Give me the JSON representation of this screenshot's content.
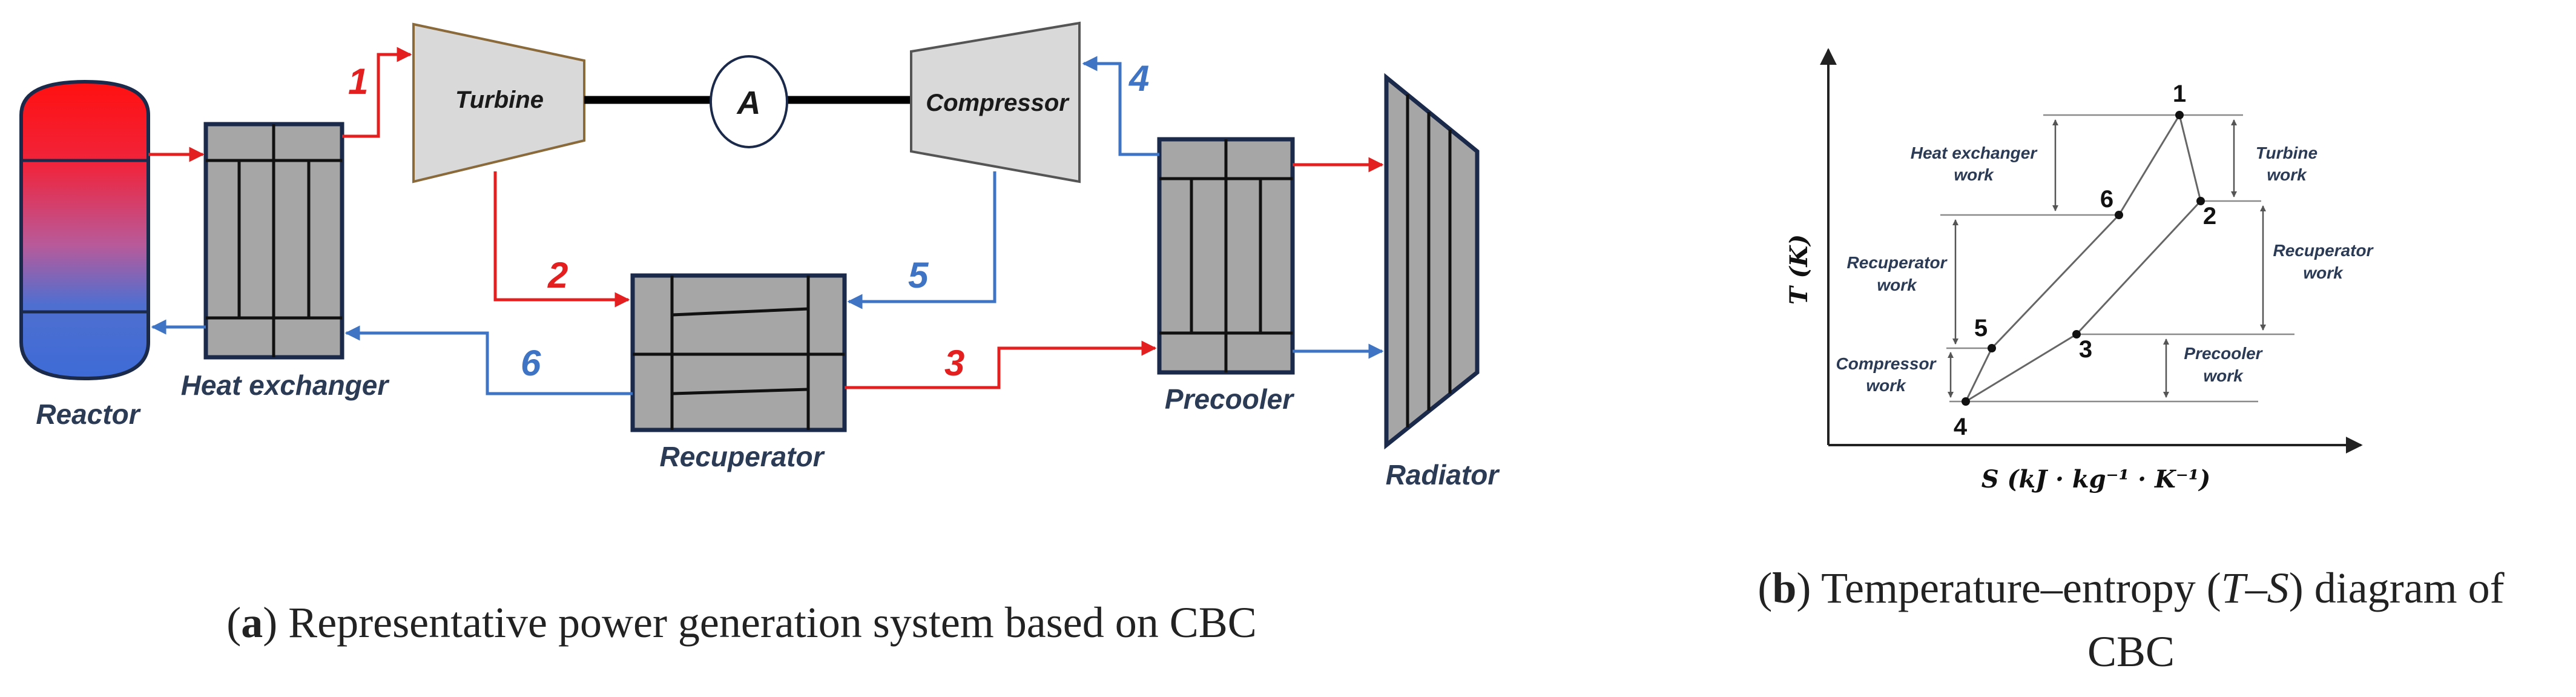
{
  "diagram_a": {
    "components": {
      "reactor": "Reactor",
      "heat_exchanger": "Heat exchanger",
      "turbine": "Turbine",
      "alternator": "A",
      "compressor": "Compressor",
      "recuperator": "Recuperator",
      "precooler": "Precooler",
      "radiator": "Radiator"
    },
    "state_points": [
      "1",
      "2",
      "3",
      "4",
      "5",
      "6"
    ],
    "colors": {
      "hot": "#e41f1f",
      "cold": "#3f74c4",
      "equipment": "#a6a6a6",
      "outline": "#1b2a4a"
    }
  },
  "diagram_b": {
    "axis": {
      "y_label": "T (K)",
      "x_label": "S  (kJ · kg⁻¹ · K⁻¹)"
    },
    "points": [
      "1",
      "2",
      "3",
      "4",
      "5",
      "6"
    ],
    "work_labels": {
      "heat_exchanger_work": [
        "Heat exchanger",
        "work"
      ],
      "turbine_work": [
        "Turbine",
        "work"
      ],
      "recuperator_work_left": [
        "Recuperator",
        "work"
      ],
      "recuperator_work_right": [
        "Recuperator",
        "work"
      ],
      "compressor_work": [
        "Compressor",
        "work"
      ],
      "precooler_work": [
        "Precooler",
        "work"
      ]
    }
  },
  "captions": {
    "a": {
      "tag": "a",
      "text": " Representative power generation system based on CBC"
    },
    "b": {
      "tag": "b",
      "before": " Temperature–entropy (",
      "t": "T",
      "dash": "–",
      "s": "S",
      "after": ") diagram of",
      "line2": "CBC"
    }
  }
}
